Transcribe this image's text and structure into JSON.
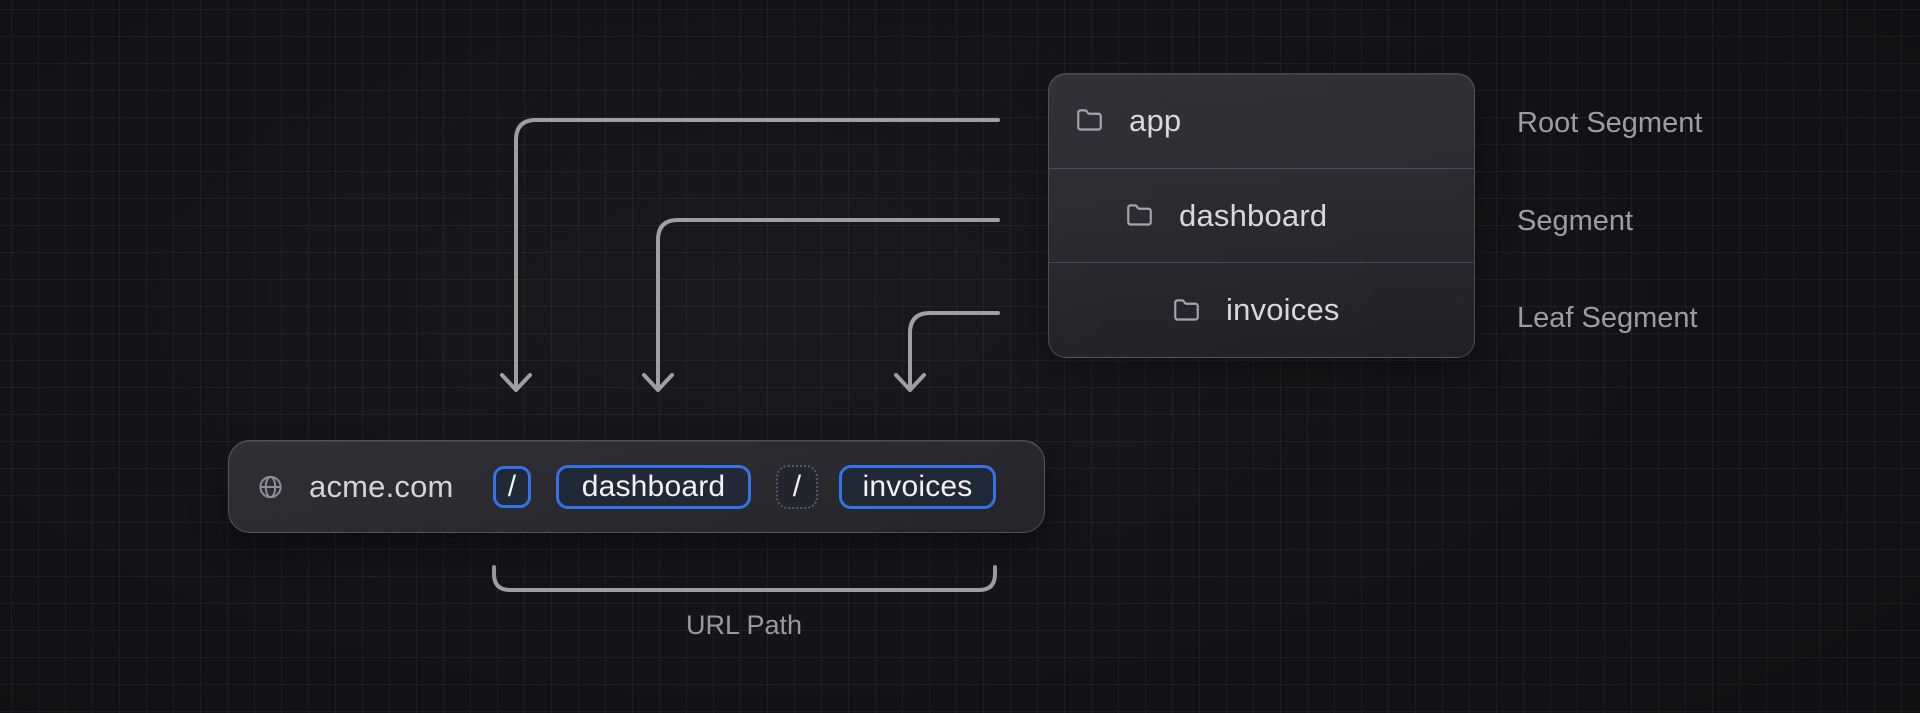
{
  "colors": {
    "accent_blue": "#3170e8",
    "connector_gray": "#9d9da1",
    "panel_background": "#28282c",
    "canvas_background": "#121214"
  },
  "folder_panel": {
    "rows": [
      {
        "label": "app",
        "icon": "folder-icon",
        "annotation": "Root Segment"
      },
      {
        "label": "dashboard",
        "icon": "folder-icon",
        "annotation": "Segment"
      },
      {
        "label": "invoices",
        "icon": "folder-icon",
        "annotation": "Leaf Segment"
      }
    ]
  },
  "url_bar": {
    "globe_icon": "globe-icon",
    "domain": "acme.com",
    "segments": [
      {
        "text": "/",
        "style": "highlighted"
      },
      {
        "text": "dashboard",
        "style": "highlighted"
      },
      {
        "text": "/",
        "style": "muted"
      },
      {
        "text": "invoices",
        "style": "highlighted"
      }
    ]
  },
  "caption": {
    "url_path_label": "URL Path"
  }
}
